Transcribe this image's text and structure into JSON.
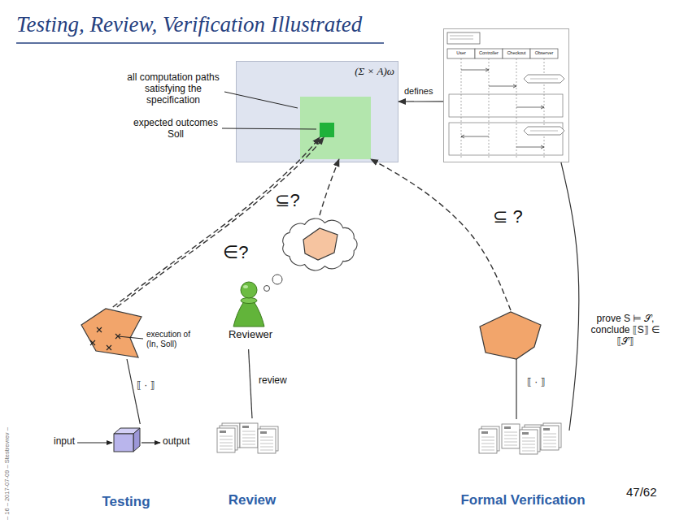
{
  "diagram": {
    "title": "Testing, Review, Verification Illustrated",
    "nodes": [
      {
        "text": [
          "(Σ × A)ω"
        ]
      },
      {
        "text": [
          "all computation paths satisfying the specification"
        ],
        "in": 0
      },
      {
        "text": [
          "expected outcomes Soll"
        ],
        "in": 1
      },
      {
        "text": [
          "User",
          "Controller",
          "Checkout",
          "Observer"
        ]
      },
      {
        "text": [
          "execution of (In, Soll)"
        ]
      },
      {
        "text": [
          "input",
          "output",
          "Testing"
        ]
      },
      {
        "text": [
          "Reviewer"
        ]
      },
      {
        "text": [
          "Review"
        ]
      },
      {
        "text": [
          "Formal Verification"
        ]
      }
    ],
    "edges": [
      {
        "from": 3,
        "to": 0,
        "label": "defines",
        "arrow": "to"
      },
      {
        "from": 4,
        "to": 2,
        "label": "∈?",
        "arrow": "to"
      },
      {
        "from": 5,
        "to": 4,
        "label": "⟦ · ⟧",
        "arrow": "none"
      },
      {
        "from": 7,
        "to": 6,
        "label": "review",
        "arrow": "none"
      },
      {
        "from": 6,
        "to": 1,
        "label": "⊆?",
        "arrow": "to"
      },
      {
        "from": 8,
        "to": 1,
        "label": "⊆ ?",
        "arrow": "to"
      },
      {
        "from": 8,
        "to": 3,
        "label": "prove S ⊨ 𝒮, conclude ⟦S⟧ ∈ ⟦𝒮⟧",
        "arrow": "none"
      }
    ],
    "labels": [
      "⟦ · ⟧",
      "– 16 – 2017-07-09 – Stestrevrev –",
      "47/62"
    ]
  }
}
